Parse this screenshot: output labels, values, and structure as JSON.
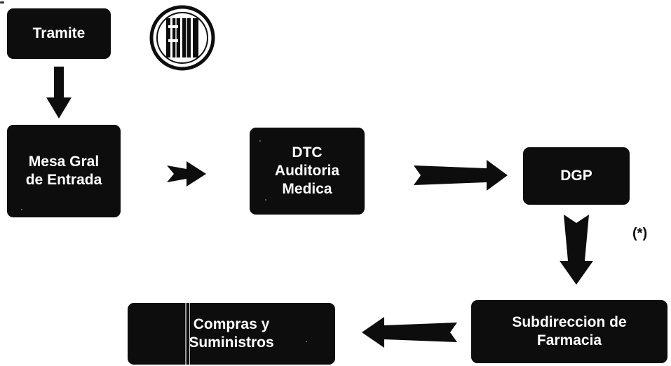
{
  "nodes": {
    "tramite": {
      "label": "Tramite"
    },
    "mesa": {
      "line1": "Mesa Gral",
      "line2": "de Entrada"
    },
    "dtc": {
      "line1": "DTC",
      "line2": "Auditoria",
      "line3": "Medica"
    },
    "dgp": {
      "label": "DGP"
    },
    "subdireccion": {
      "line1": "Subdireccion de",
      "line2": "Farmacia"
    },
    "compras": {
      "line1": "Compras y",
      "line2": "Suministros"
    }
  },
  "annotations": {
    "note": "(*)"
  },
  "icons": {
    "logo": "book-seal-icon"
  },
  "colors": {
    "box_fill": "#0d0d0d",
    "box_text": "#ffffff",
    "arrow": "#0d0d0d",
    "background": "#ffffff"
  }
}
